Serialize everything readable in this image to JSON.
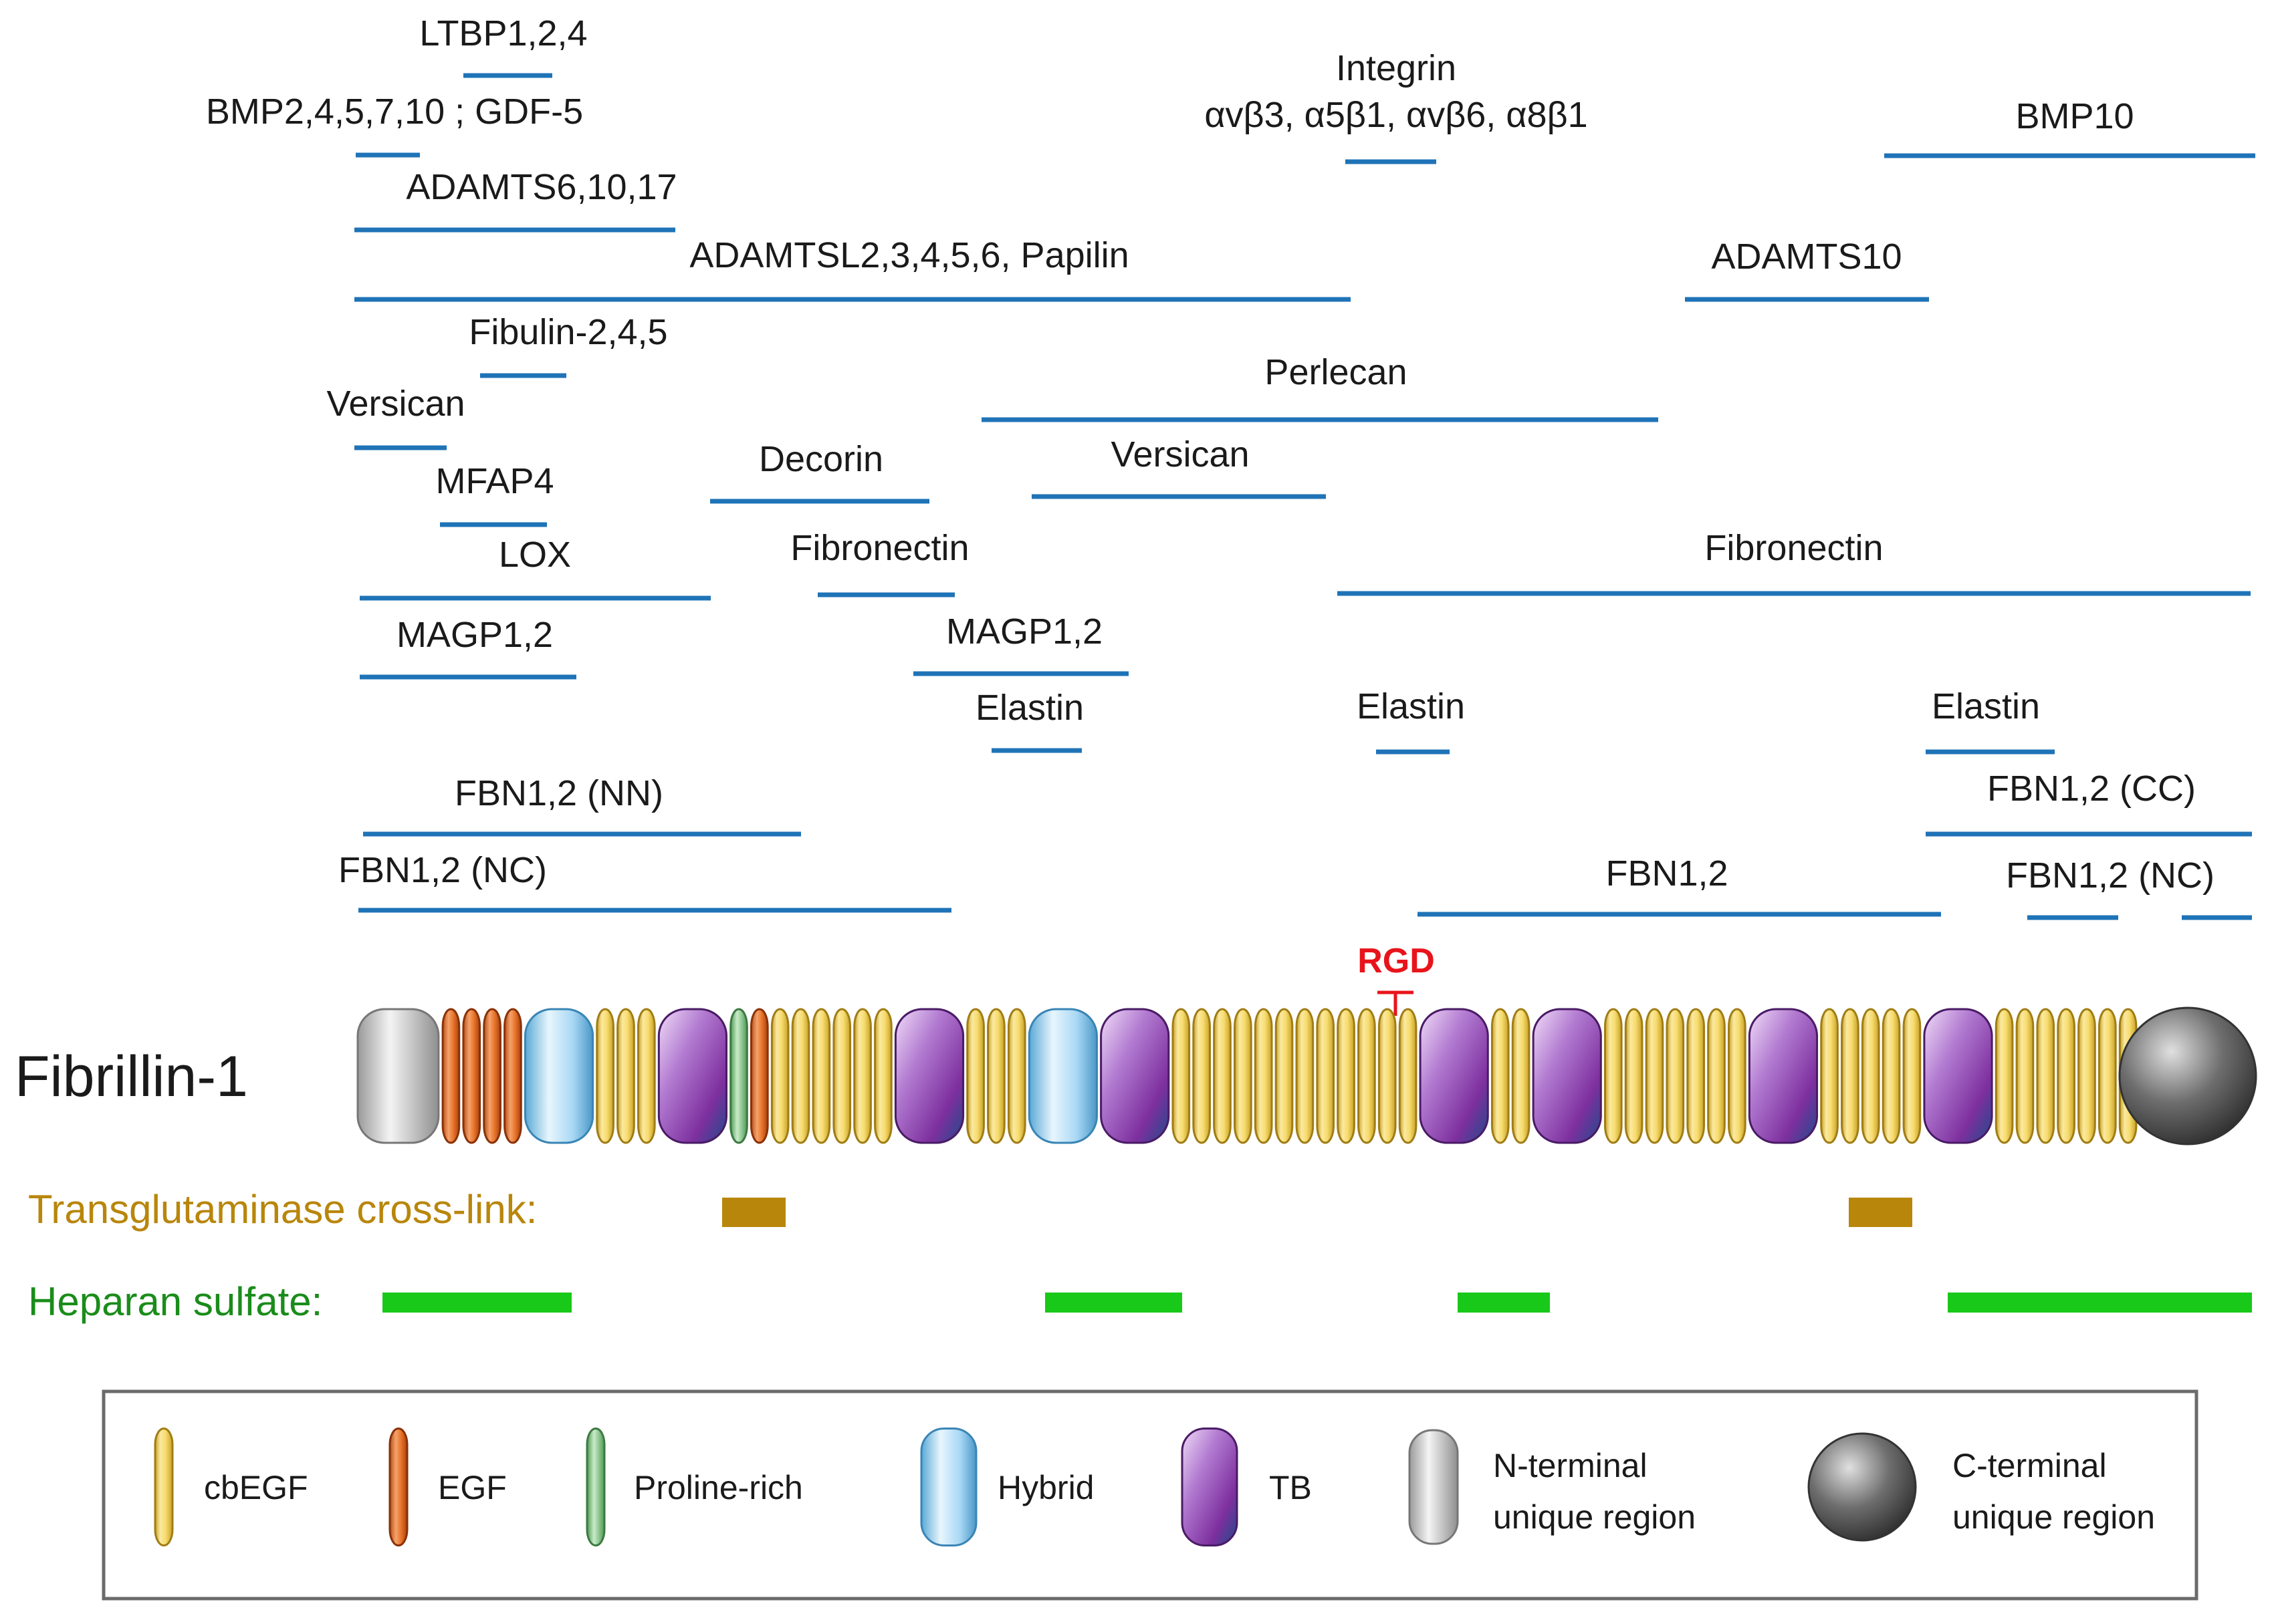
{
  "protein_name": "Fibrillin-1",
  "rgd_label": "RGD",
  "colors": {
    "binding_line": "#1f73b7",
    "rgd": "#e8141b",
    "transglutaminase": "#b8860b",
    "heparan": "#19c919",
    "cbEGF": "#f7dc6f",
    "EGF": "#e8742a",
    "proline": "#7bc47f",
    "hybrid": "#a9d8f5",
    "TB": "#8e44ad",
    "n_terminal": "#d0d0d0",
    "c_terminal": "#5c5c5c"
  },
  "binding_partners": [
    {
      "label": "LTBP1,2,4"
    },
    {
      "label": "BMP2,4,5,7,10 ; GDF-5"
    },
    {
      "label": "ADAMTS6,10,17"
    },
    {
      "label": "ADAMTSL2,3,4,5,6, Papilin"
    },
    {
      "label": "Fibulin-2,4,5"
    },
    {
      "label": "Versican"
    },
    {
      "label": "MFAP4"
    },
    {
      "label": "LOX"
    },
    {
      "label": "MAGP1,2"
    },
    {
      "label": "FBN1,2 (NN)"
    },
    {
      "label": "FBN1,2 (NC)"
    },
    {
      "label": "Decorin"
    },
    {
      "label": "Fibronectin"
    },
    {
      "label": "MAGP1,2"
    },
    {
      "label": "Elastin"
    },
    {
      "label": "Versican"
    },
    {
      "label": "Perlecan"
    },
    {
      "label": "Integrin",
      "label2": "αvβ3, α5β1, αvβ6, α8β1"
    },
    {
      "label": "Fibronectin"
    },
    {
      "label": "Elastin"
    },
    {
      "label": "FBN1,2"
    },
    {
      "label": "ADAMTS10"
    },
    {
      "label": "BMP10"
    },
    {
      "label": "Elastin"
    },
    {
      "label": "FBN1,2 (CC)"
    },
    {
      "label": "FBN1,2 (NC)"
    }
  ],
  "crosslinks": {
    "transglutaminase_label": "Transglutaminase cross-link:",
    "heparan_label": "Heparan sulfate:"
  },
  "legend": {
    "items": [
      {
        "label": "cbEGF"
      },
      {
        "label": "EGF"
      },
      {
        "label": "Proline-rich"
      },
      {
        "label": "Hybrid"
      },
      {
        "label": "TB"
      },
      {
        "label": "N-terminal",
        "label2": "unique region"
      },
      {
        "label": "C-terminal",
        "label2": "unique region"
      }
    ]
  }
}
